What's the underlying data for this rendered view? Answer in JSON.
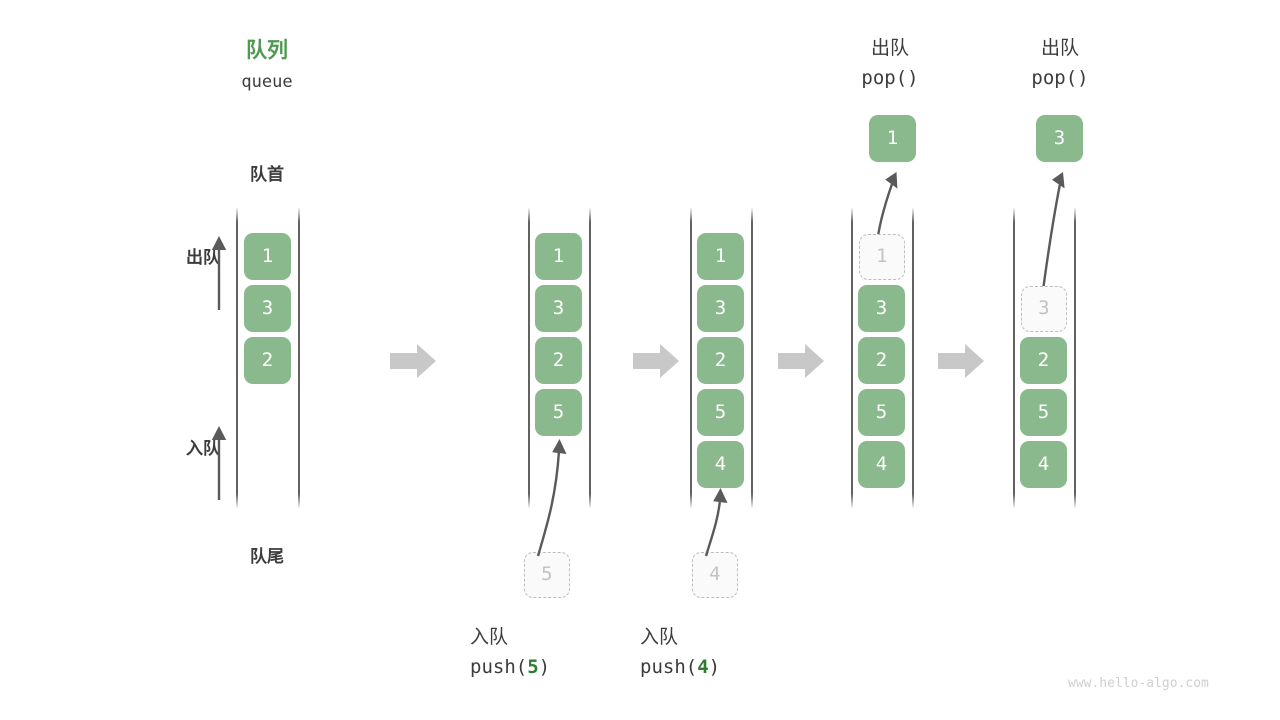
{
  "figure": {
    "title_cn": "队列",
    "title_code": "queue",
    "head_label": "队首",
    "tail_label": "队尾",
    "dequeue_arrow_label": "出队",
    "enqueue_arrow_label": "入队",
    "watermark": "www.hello-algo.com",
    "accent_green": "#4e9a51",
    "cell_green": "#8ab98e",
    "ghost_gray": "#c3c3c3",
    "arrow_gray": "#c8c8c8",
    "line_gray": "#5a5a5a"
  },
  "columns": [
    {
      "id": "initial",
      "top_label_cn": "",
      "top_label_code": "",
      "cells": [
        {
          "value": "1",
          "state": "filled"
        },
        {
          "value": "3",
          "state": "filled"
        },
        {
          "value": "2",
          "state": "filled"
        }
      ],
      "popped_cell": null,
      "incoming_cell": null,
      "bottom_label_cn": "",
      "bottom_label_code": ""
    },
    {
      "id": "push-5",
      "top_label_cn": "",
      "top_label_code": "",
      "cells": [
        {
          "value": "1",
          "state": "filled"
        },
        {
          "value": "3",
          "state": "filled"
        },
        {
          "value": "2",
          "state": "filled"
        },
        {
          "value": "5",
          "state": "filled"
        }
      ],
      "popped_cell": null,
      "incoming_cell": {
        "value": "5",
        "state": "ghost"
      },
      "bottom_label_cn": "入队",
      "bottom_label_code_prefix": "push(",
      "bottom_label_code_arg": "5",
      "bottom_label_code_suffix": ")"
    },
    {
      "id": "push-4",
      "top_label_cn": "",
      "top_label_code": "",
      "cells": [
        {
          "value": "1",
          "state": "filled"
        },
        {
          "value": "3",
          "state": "filled"
        },
        {
          "value": "2",
          "state": "filled"
        },
        {
          "value": "5",
          "state": "filled"
        },
        {
          "value": "4",
          "state": "filled"
        }
      ],
      "popped_cell": null,
      "incoming_cell": {
        "value": "4",
        "state": "ghost"
      },
      "bottom_label_cn": "入队",
      "bottom_label_code_prefix": "push(",
      "bottom_label_code_arg": "4",
      "bottom_label_code_suffix": ")"
    },
    {
      "id": "pop-1",
      "top_label_cn": "出队",
      "top_label_code": "pop()",
      "cells": [
        {
          "value": "1",
          "state": "ghost"
        },
        {
          "value": "3",
          "state": "filled"
        },
        {
          "value": "2",
          "state": "filled"
        },
        {
          "value": "5",
          "state": "filled"
        },
        {
          "value": "4",
          "state": "filled"
        }
      ],
      "popped_cell": {
        "value": "1",
        "state": "filled"
      },
      "incoming_cell": null,
      "bottom_label_cn": "",
      "bottom_label_code": ""
    },
    {
      "id": "pop-3",
      "top_label_cn": "出队",
      "top_label_code": "pop()",
      "cells": [
        {
          "value": "",
          "state": "empty"
        },
        {
          "value": "3",
          "state": "ghost"
        },
        {
          "value": "2",
          "state": "filled"
        },
        {
          "value": "5",
          "state": "filled"
        },
        {
          "value": "4",
          "state": "filled"
        }
      ],
      "popped_cell": {
        "value": "3",
        "state": "filled"
      },
      "incoming_cell": null,
      "bottom_label_cn": "",
      "bottom_label_code": ""
    }
  ],
  "step_arrows": [
    {
      "from": "initial",
      "to": "push-5"
    },
    {
      "from": "push-5",
      "to": "push-4"
    },
    {
      "from": "push-4",
      "to": "pop-1"
    },
    {
      "from": "pop-1",
      "to": "pop-3"
    }
  ]
}
